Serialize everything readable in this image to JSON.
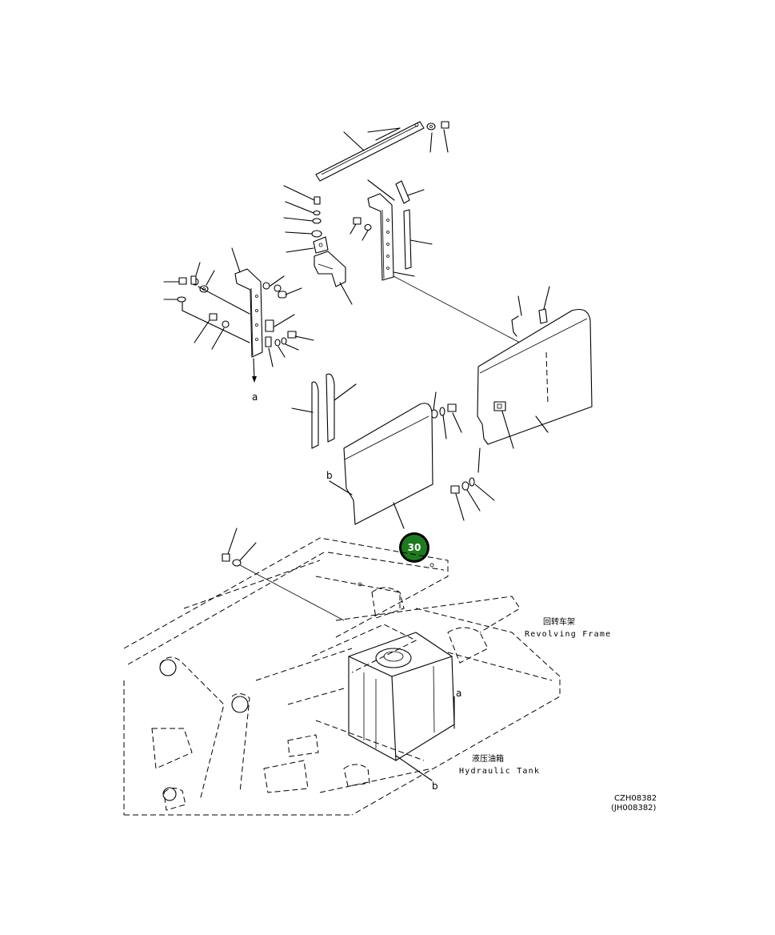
{
  "callout": {
    "number": "30",
    "color": "#1f7a1f"
  },
  "labels": {
    "revolving_frame_zh": "回转车架",
    "revolving_frame_en": "Revolving Frame",
    "hydraulic_tank_zh": "液压油箱",
    "hydraulic_tank_en": "Hydraulic Tank",
    "ref_a_top": "a",
    "ref_a_bottom": "a",
    "ref_b_top": "b",
    "ref_b_bottom": "b"
  },
  "drawing_codes": {
    "primary": "CZH08382",
    "secondary": "(JH008382)"
  }
}
